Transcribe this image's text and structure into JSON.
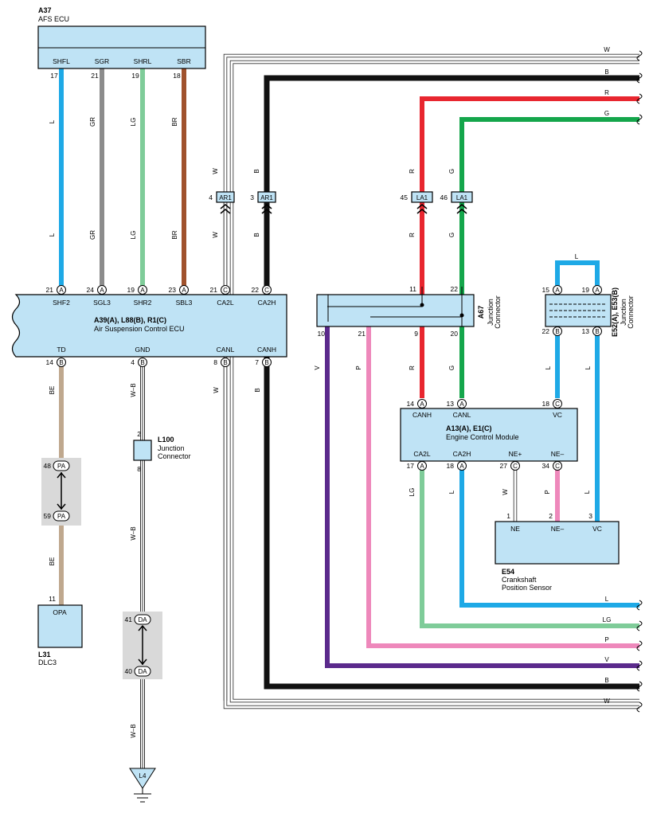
{
  "colors": {
    "L": "#1ea9e6",
    "GR": "#8c8c8c",
    "LG": "#7fcc99",
    "BR": "#a0522d",
    "B": "#111111",
    "R": "#e8262f",
    "G": "#14a64b",
    "V": "#5b2a8c",
    "P": "#ee88bb",
    "BE": "#bfa88e",
    "W": "#ffffff",
    "box": "#bfe3f5",
    "pad": "#d9d9d9"
  },
  "a37": {
    "id": "A37",
    "name": "AFS ECU",
    "pins": [
      "SHFL",
      "SGR",
      "SHRL",
      "SBR"
    ],
    "nums": [
      "17",
      "21",
      "19",
      "18"
    ]
  },
  "ecu": {
    "id": "A39(A), L88(B), R1(C)",
    "name": "Air Suspension Control ECU",
    "top_pins": [
      "SHF2",
      "SGL3",
      "SHR2",
      "SBL3",
      "CA2L",
      "CA2H"
    ],
    "top_nums": [
      "21",
      "24",
      "19",
      "23",
      "21",
      "22"
    ],
    "top_conn": [
      "A",
      "A",
      "A",
      "A",
      "C",
      "C"
    ],
    "bot_pins": [
      "TD",
      "GND",
      "CANL",
      "CANH"
    ],
    "bot_nums": [
      "14",
      "4",
      "8",
      "7"
    ],
    "bot_conn": [
      "B",
      "B",
      "B",
      "B"
    ]
  },
  "ecm": {
    "id": "A13(A), E1(C)",
    "name": "Engine Control Module",
    "top_pins": [
      "CANH",
      "CANL",
      "VC"
    ],
    "top_nums": [
      "14",
      "13",
      "18"
    ],
    "top_conn": [
      "A",
      "A",
      "C"
    ],
    "bot_pins": [
      "CA2L",
      "CA2H",
      "NE+",
      "NE–"
    ],
    "bot_nums": [
      "17",
      "18",
      "27",
      "34"
    ],
    "bot_conn": [
      "A",
      "A",
      "C",
      "C"
    ]
  },
  "a67": {
    "id": "A67",
    "name": "Junction Connector",
    "nums": [
      "11",
      "22",
      "10",
      "21",
      "9",
      "20"
    ]
  },
  "e52": {
    "id": "E52(A), E53(B)",
    "name": "Junction Connector",
    "nums": [
      "15",
      "19",
      "22",
      "13"
    ],
    "conn": [
      "A",
      "A",
      "B",
      "B"
    ]
  },
  "e54": {
    "id": "E54",
    "name1": "Crankshaft",
    "name2": "Position Sensor",
    "pins": [
      "NE",
      "NE–",
      "VC"
    ],
    "nums": [
      "1",
      "2",
      "3"
    ]
  },
  "l100": {
    "id": "L100",
    "name1": "Junction",
    "name2": "Connector",
    "nums": [
      "2",
      "8"
    ]
  },
  "l31": {
    "id": "L31",
    "name": "DLC3",
    "pin": "OPA",
    "num": "11"
  },
  "pa": {
    "label": "PA",
    "nums": [
      "48",
      "59"
    ]
  },
  "da": {
    "label": "DA",
    "nums": [
      "41",
      "40"
    ]
  },
  "ground": {
    "label": "L4"
  },
  "ar1": {
    "label": "AR1",
    "nums": [
      "4",
      "3"
    ]
  },
  "la1": {
    "label": "LA1",
    "nums": [
      "45",
      "46"
    ]
  },
  "wire_labels": {
    "a37": [
      "L",
      "GR",
      "LG",
      "BR"
    ],
    "ar1": [
      "W",
      "B"
    ],
    "la1": [
      "R",
      "G"
    ],
    "a67_bot": [
      "V",
      "P",
      "R",
      "G"
    ],
    "e52_bot": [
      "L",
      "L"
    ],
    "ecu_bot": [
      "BE",
      "W–B",
      "W",
      "B"
    ],
    "ecm_bot": [
      "LG",
      "L",
      "W",
      "P",
      "L"
    ],
    "right_top": [
      "W",
      "B",
      "R",
      "G"
    ],
    "right_bot": [
      "L",
      "LG",
      "P",
      "V",
      "B",
      "W"
    ],
    "e52_loop": "L",
    "ground_wire": "W–B",
    "l100_wire": "W–B",
    "opa_wire": "BE"
  }
}
